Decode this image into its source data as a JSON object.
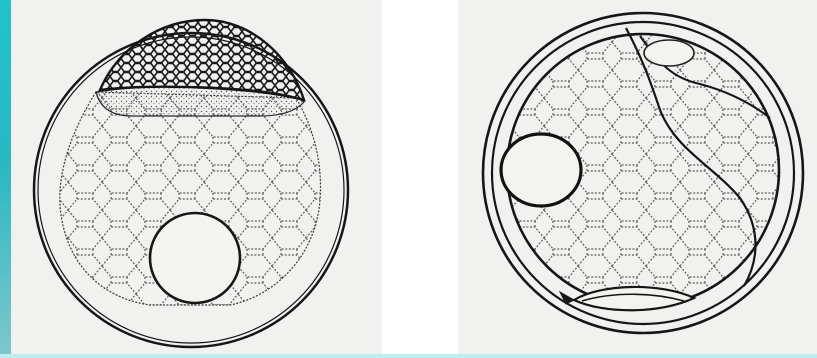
{
  "figure": {
    "panels": [
      {
        "id": "left",
        "subject": "embryo-with-dark-cap"
      },
      {
        "id": "right",
        "subject": "embryo-with-left-nucleus"
      }
    ],
    "colors": {
      "ink": "#161616",
      "cell_lines": "#5e5e5e",
      "paper": "#f1f2ef",
      "accent_cyan": "#22c3c9"
    }
  }
}
